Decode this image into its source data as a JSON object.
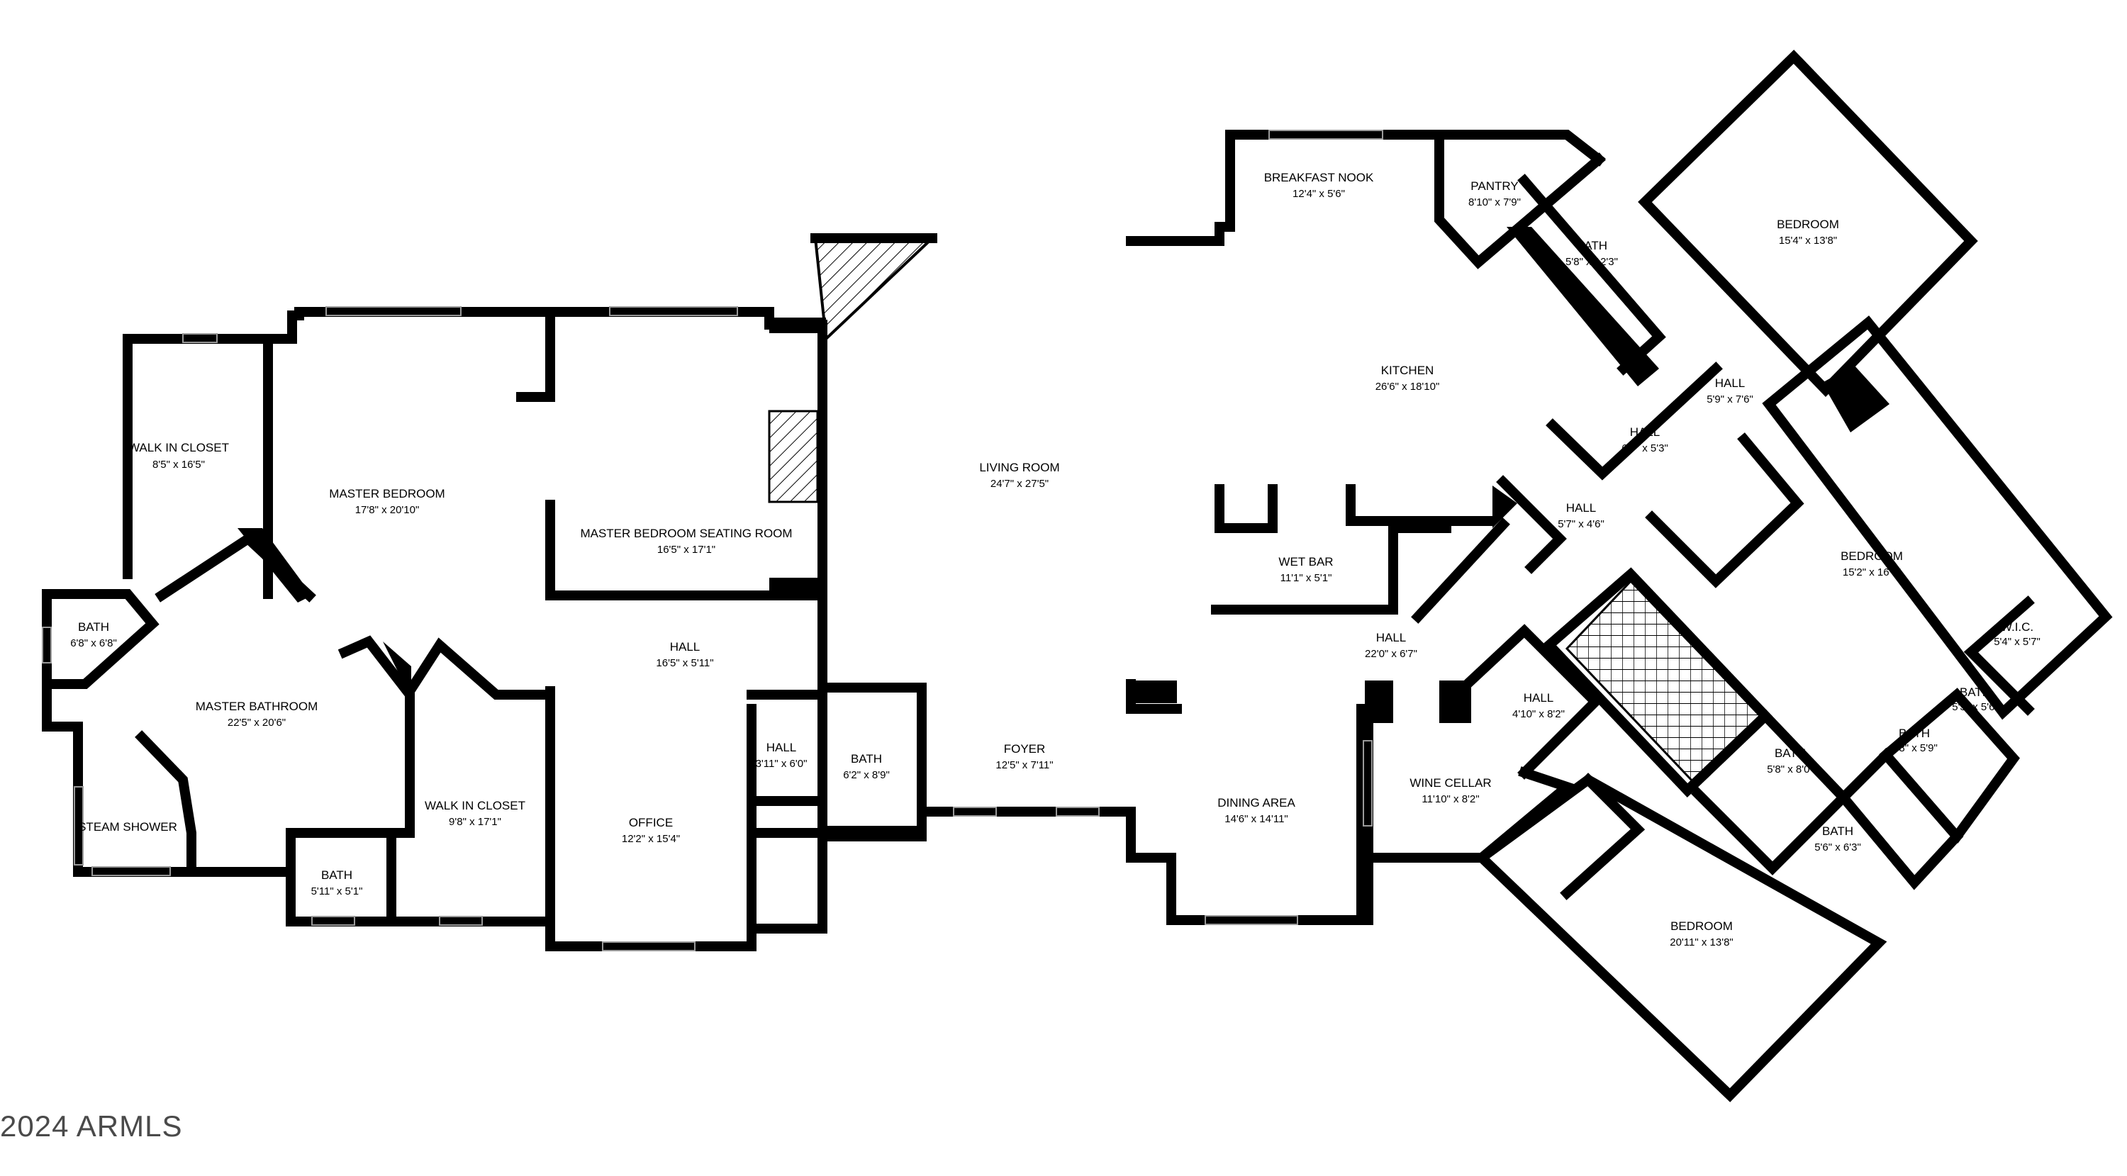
{
  "copyright": "2024 ARMLS",
  "rooms": [
    {
      "id": "walk-in-closet-1",
      "name": "WALK IN CLOSET",
      "dims": "8'5\" x 16'5\""
    },
    {
      "id": "master-bedroom",
      "name": "MASTER BEDROOM",
      "dims": "17'8\" x 20'10\""
    },
    {
      "id": "master-bedroom-seating-room",
      "name": "MASTER BEDROOM SEATING ROOM",
      "dims": "16'5\" x 17'1\""
    },
    {
      "id": "living-room",
      "name": "LIVING ROOM",
      "dims": "24'7\" x 27'5\""
    },
    {
      "id": "breakfast-nook",
      "name": "BREAKFAST NOOK",
      "dims": "12'4\" x 5'6\""
    },
    {
      "id": "pantry",
      "name": "PANTRY",
      "dims": "8'10\" x 7'9\""
    },
    {
      "id": "bath-upper",
      "name": "BATH",
      "dims": "5'8\" x 12'3\""
    },
    {
      "id": "bedroom-top",
      "name": "BEDROOM",
      "dims": "15'4\" x 13'8\""
    },
    {
      "id": "kitchen",
      "name": "KITCHEN",
      "dims": "26'6\" x 18'10\""
    },
    {
      "id": "hall-579",
      "name": "HALL",
      "dims": "5'9\" x 7'6\""
    },
    {
      "id": "hall-653",
      "name": "HALL",
      "dims": "6'9\" x 5'3\""
    },
    {
      "id": "bath-small-left",
      "name": "BATH",
      "dims": "6'8\" x 6'8\""
    },
    {
      "id": "master-bathroom",
      "name": "MASTER BATHROOM",
      "dims": "22'5\" x 20'6\""
    },
    {
      "id": "hall-master",
      "name": "HALL",
      "dims": "16'5\" x 5'11\""
    },
    {
      "id": "wet-bar",
      "name": "WET BAR",
      "dims": "11'1\" x 5'1\""
    },
    {
      "id": "hall-574",
      "name": "HALL",
      "dims": "5'7\" x 4'6\""
    },
    {
      "id": "bedroom-right",
      "name": "BEDROOM",
      "dims": "15'2\" x 16'7\""
    },
    {
      "id": "wic",
      "name": "W.I.C.",
      "dims": "5'4\" x 5'7\""
    },
    {
      "id": "hall-220",
      "name": "HALL",
      "dims": "22'0\" x 6'7\""
    },
    {
      "id": "hall-410",
      "name": "HALL",
      "dims": "4'10\" x 8'2\""
    },
    {
      "id": "bath-535",
      "name": "BATH",
      "dims": "5'3\" x 5'6\""
    },
    {
      "id": "bath-589",
      "name": "BATH",
      "dims": "5'8\" x 5'9\""
    },
    {
      "id": "steam-shower",
      "name": "STEAM SHOWER",
      "dims": ""
    },
    {
      "id": "walk-in-closet-2",
      "name": "WALK IN CLOSET",
      "dims": "9'8\" x 17'1\""
    },
    {
      "id": "hall-311",
      "name": "HALL",
      "dims": "3'11\" x 6'0\""
    },
    {
      "id": "bath-628",
      "name": "BATH",
      "dims": "6'2\" x 8'9\""
    },
    {
      "id": "foyer",
      "name": "FOYER",
      "dims": "12'5\" x 7'11\""
    },
    {
      "id": "office",
      "name": "OFFICE",
      "dims": "12'2\" x 15'4\""
    },
    {
      "id": "bath-511",
      "name": "BATH",
      "dims": "5'11\" x 5'1\""
    },
    {
      "id": "dining-area",
      "name": "DINING AREA",
      "dims": "14'6\" x 14'11\""
    },
    {
      "id": "wine-cellar",
      "name": "WINE CELLAR",
      "dims": "11'10\" x 8'2\""
    },
    {
      "id": "bath-580",
      "name": "BATH",
      "dims": "5'8\" x 8'0\""
    },
    {
      "id": "bath-563",
      "name": "BATH",
      "dims": "5'6\" x 6'3\""
    },
    {
      "id": "bedroom-bottom",
      "name": "BEDROOM",
      "dims": "20'11\" x 13'8\""
    }
  ]
}
